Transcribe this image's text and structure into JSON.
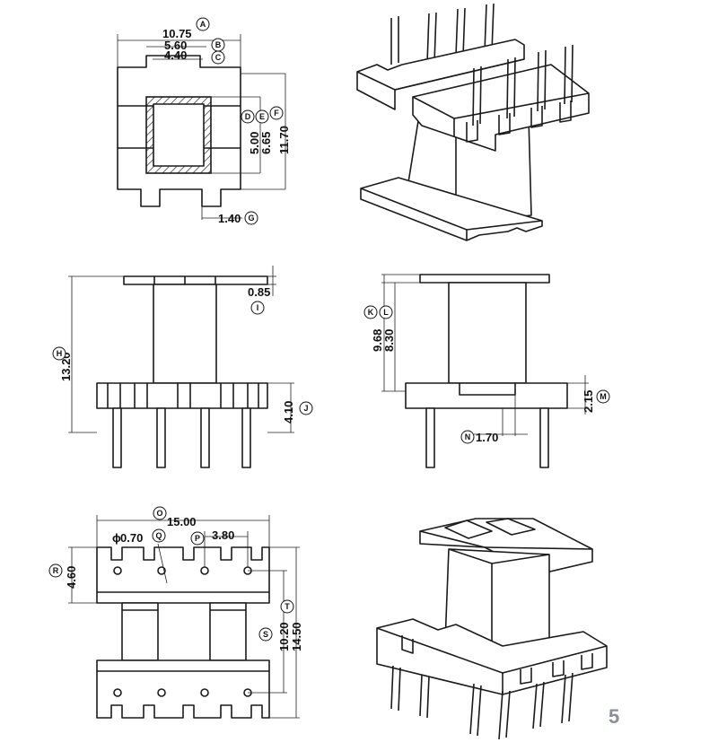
{
  "dimensions": {
    "A": "10.75",
    "B": "5.60",
    "C": "4.40",
    "D": "5.00",
    "E": "6.65",
    "F": "11.70",
    "G": "1.40",
    "H": "13.20",
    "I": "0.85",
    "J": "4.10",
    "K": "9.68",
    "L": "8.30",
    "M": "2.15",
    "N": "1.70",
    "O": "15.00",
    "P": "3.80",
    "Q": "0.70",
    "R": "4.60",
    "S": "10.20",
    "T": "14.50"
  },
  "letters": {
    "A": "A",
    "B": "B",
    "C": "C",
    "D": "D",
    "E": "E",
    "F": "F",
    "G": "G",
    "H": "H",
    "I": "I",
    "J": "J",
    "K": "K",
    "L": "L",
    "M": "M",
    "N": "N",
    "O": "O",
    "P": "P",
    "Q": "Q",
    "R": "R",
    "S": "S",
    "T": "T"
  },
  "diameter_symbol": "ϕ",
  "page_number": "5"
}
